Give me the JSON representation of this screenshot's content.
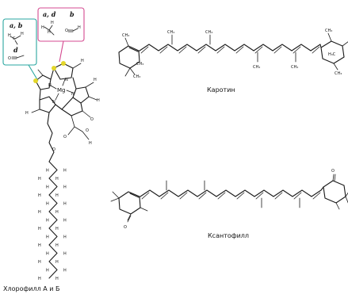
{
  "colors": {
    "teal_box": "#2aa7a0",
    "pink_box": "#d44a90",
    "highlight": "#e3d62b",
    "bond": "#1a1a1a"
  },
  "chlorophyll": {
    "name": "Хлорофилл А и Б",
    "metal": "Mg",
    "teal_callout": {
      "tag1": "a, b",
      "tag2": "d"
    },
    "pink_callout": {
      "tag1": "a, d",
      "tag2": "b"
    }
  },
  "carotene": {
    "name": "Каротин"
  },
  "xanthophyll": {
    "name": "Ксантофилл"
  }
}
